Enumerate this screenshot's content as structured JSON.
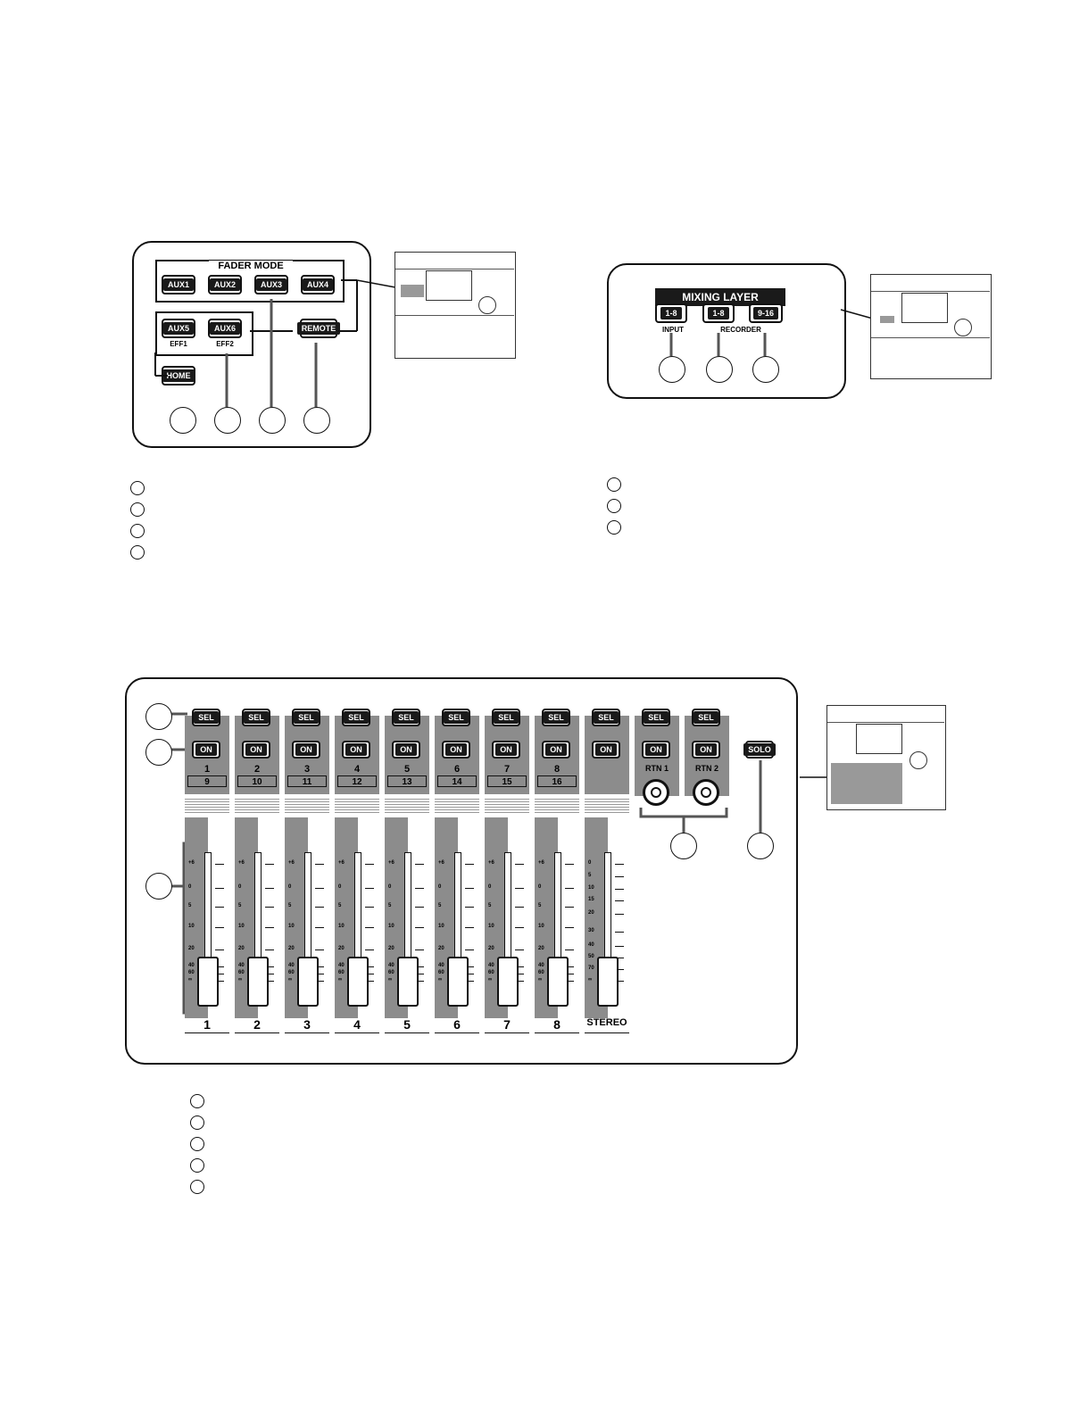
{
  "fader_mode_panel": {
    "title": "FADER MODE",
    "buttons": [
      "AUX1",
      "AUX2",
      "AUX3",
      "AUX4",
      "AUX5",
      "AUX6",
      "REMOTE",
      "HOME"
    ],
    "sublabels": [
      "EFF1",
      "EFF2"
    ]
  },
  "mixing_layer_panel": {
    "title": "MIXING LAYER",
    "buttons": [
      "1-8",
      "1-8",
      "9-16"
    ],
    "sublabels": [
      "INPUT",
      "RECORDER"
    ]
  },
  "channel_panel": {
    "sel_label": "SEL",
    "on_label": "ON",
    "solo_label": "SOLO",
    "channels_top": [
      "1",
      "2",
      "3",
      "4",
      "5",
      "6",
      "7",
      "8"
    ],
    "channels_bottom": [
      "9",
      "10",
      "11",
      "12",
      "13",
      "14",
      "15",
      "16"
    ],
    "returns": [
      "RTN 1",
      "RTN 2"
    ],
    "fader_labels": [
      "1",
      "2",
      "3",
      "4",
      "5",
      "6",
      "7",
      "8",
      "STEREO"
    ],
    "channel_scale": [
      "+6",
      "0",
      "5",
      "10",
      "20",
      "40",
      "60",
      "∞"
    ],
    "stereo_scale": [
      "0",
      "5",
      "10",
      "15",
      "20",
      "30",
      "40",
      "50",
      "70",
      "∞"
    ]
  },
  "colors": {
    "strip": "#8c8c8c",
    "button_face": "#1a1a1a"
  }
}
